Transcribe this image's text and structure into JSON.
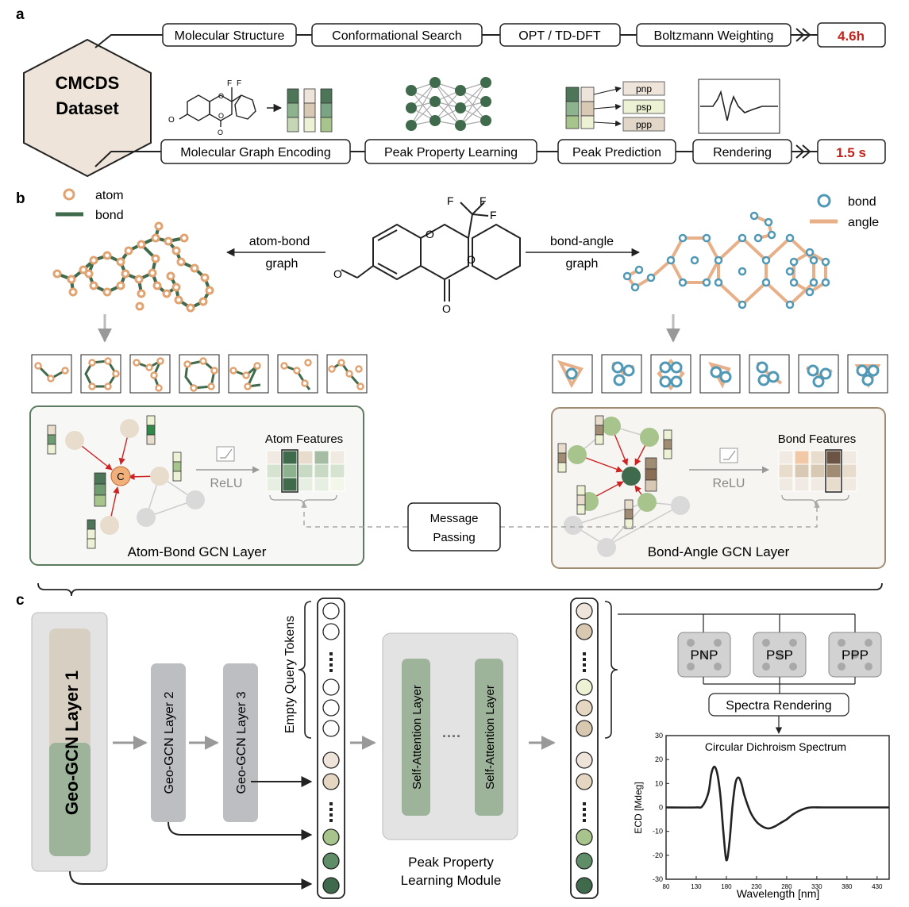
{
  "panel_a": {
    "letter": "a",
    "dataset_line1": "CMCDS",
    "dataset_line2": "Dataset",
    "top_steps": [
      "Molecular Structure",
      "Conformational Search",
      "OPT / TD-DFT",
      "Boltzmann Weighting"
    ],
    "top_time": "4.6h",
    "bottom_steps": [
      "Molecular Graph Encoding",
      "Peak Property Learning",
      "Peak Prediction",
      "Rendering"
    ],
    "bottom_time": "1.5 s",
    "peak_tags": [
      "pnp",
      "psp",
      "ppp"
    ],
    "molecule_labels": {
      "f1": "F",
      "f2": "F",
      "o1": "O",
      "o2": "O",
      "o3": "O",
      "o4": "O"
    }
  },
  "panel_b": {
    "letter": "b",
    "legend_left": {
      "atom": "atom",
      "bond": "bond"
    },
    "legend_right": {
      "bond": "bond",
      "angle": "angle"
    },
    "arrow_left_line1": "atom-bond",
    "arrow_left_line2": "graph",
    "arrow_right_line1": "bond-angle",
    "arrow_right_line2": "graph",
    "center_molecule": {
      "f1": "F",
      "f2": "F",
      "f3": "F",
      "o1": "O",
      "o2": "O",
      "o3": "O",
      "o4": "O"
    },
    "atom_center_label": "C",
    "relu_left": "ReLU",
    "relu_right": "ReLU",
    "atom_features_title": "Atom Features",
    "bond_features_title": "Bond Features",
    "message_passing_line1": "Message",
    "message_passing_line2": "Passing",
    "left_layer_title": "Atom-Bond GCN Layer",
    "right_layer_title": "Bond-Angle GCN Layer"
  },
  "panel_c": {
    "letter": "c",
    "geo_layer_1": "Geo-GCN Layer 1",
    "geo_layer_2": "Geo-GCN Layer 2",
    "geo_layer_3": "Geo-GCN Layer 3",
    "query_tokens_label": "Empty Query Tokens",
    "self_attention_1": "Self-Attention Layer",
    "self_attention_2": "Self-Attention Layer",
    "module_line1": "Peak Property",
    "module_line2": "Learning Module",
    "heads": [
      "PNP",
      "PSP",
      "PPP"
    ],
    "rendering_label": "Spectra Rendering"
  },
  "chart_data": {
    "type": "line",
    "title": "Circular Dichroism Spectrum",
    "xlabel": "Wavelength [nm]",
    "ylabel": "ECD [Mdeg]",
    "xlim": [
      80,
      450
    ],
    "ylim": [
      -30,
      30
    ],
    "xticks": [
      80,
      130,
      180,
      230,
      280,
      330,
      380,
      430
    ],
    "yticks": [
      -30,
      -20,
      -10,
      0,
      10,
      20,
      30
    ],
    "grid": false,
    "x": [
      80,
      130,
      140,
      150,
      155,
      160,
      165,
      170,
      175,
      180,
      185,
      190,
      195,
      200,
      205,
      210,
      220,
      230,
      240,
      250,
      260,
      270,
      280,
      290,
      300,
      310,
      320,
      340,
      380,
      430,
      450
    ],
    "y": [
      0,
      0,
      0.5,
      6,
      14,
      17,
      14,
      5,
      -10,
      -22,
      -15,
      0,
      10,
      12.5,
      10,
      5,
      -2,
      -6,
      -8,
      -8.8,
      -8,
      -6.5,
      -5,
      -3,
      -1.5,
      -0.5,
      0,
      0,
      0,
      0,
      0
    ]
  }
}
